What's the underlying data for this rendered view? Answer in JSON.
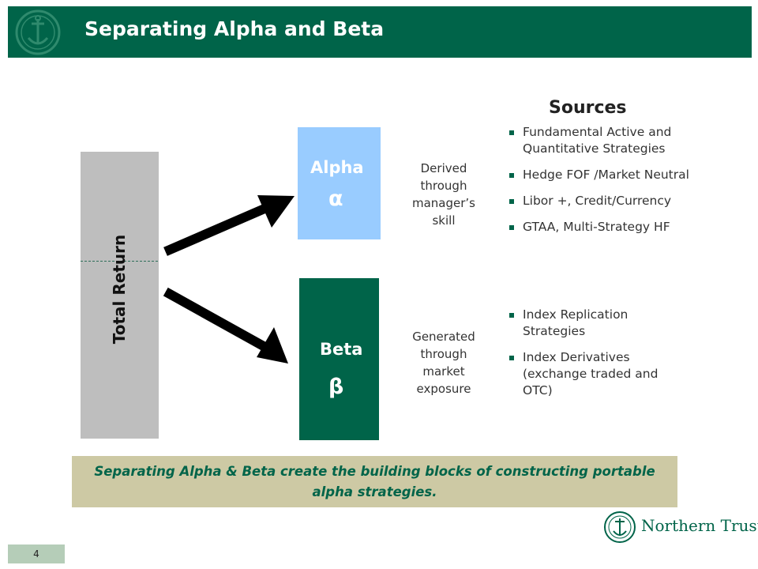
{
  "header": {
    "title": "Separating Alpha and Beta"
  },
  "diagram": {
    "total_return_label": "Total Return",
    "alpha": {
      "label": "Alpha",
      "symbol": "α",
      "description": "Derived through manager’s skill"
    },
    "beta": {
      "label": "Beta",
      "symbol": "β",
      "description": "Generated through market exposure"
    }
  },
  "sources": {
    "title": "Sources",
    "alpha_items": [
      "Fundamental Active and Quantitative Strategies",
      "Hedge FOF /Market Neutral",
      "Libor +, Credit/Currency",
      "GTAA, Multi-Strategy HF"
    ],
    "beta_items": [
      "Index Replication Strategies",
      "Index Derivatives (exchange traded and OTC)"
    ]
  },
  "callout": {
    "text": "Separating Alpha & Beta create the building blocks of constructing portable alpha strategies."
  },
  "footer": {
    "brand": "Northern Trust",
    "page_number": "4"
  },
  "colors": {
    "brand_green": "#006449",
    "alpha_blue": "#99ccff",
    "total_gray": "#bebebe",
    "callout_tan": "#cdc9a4",
    "page_box_green": "#b5cdb8"
  },
  "icons": {
    "header_logo": "anchor-seal-icon",
    "footer_logo": "anchor-seal-icon",
    "bullet": "square-bullet-icon",
    "arrows": "arrow-right-icon"
  }
}
